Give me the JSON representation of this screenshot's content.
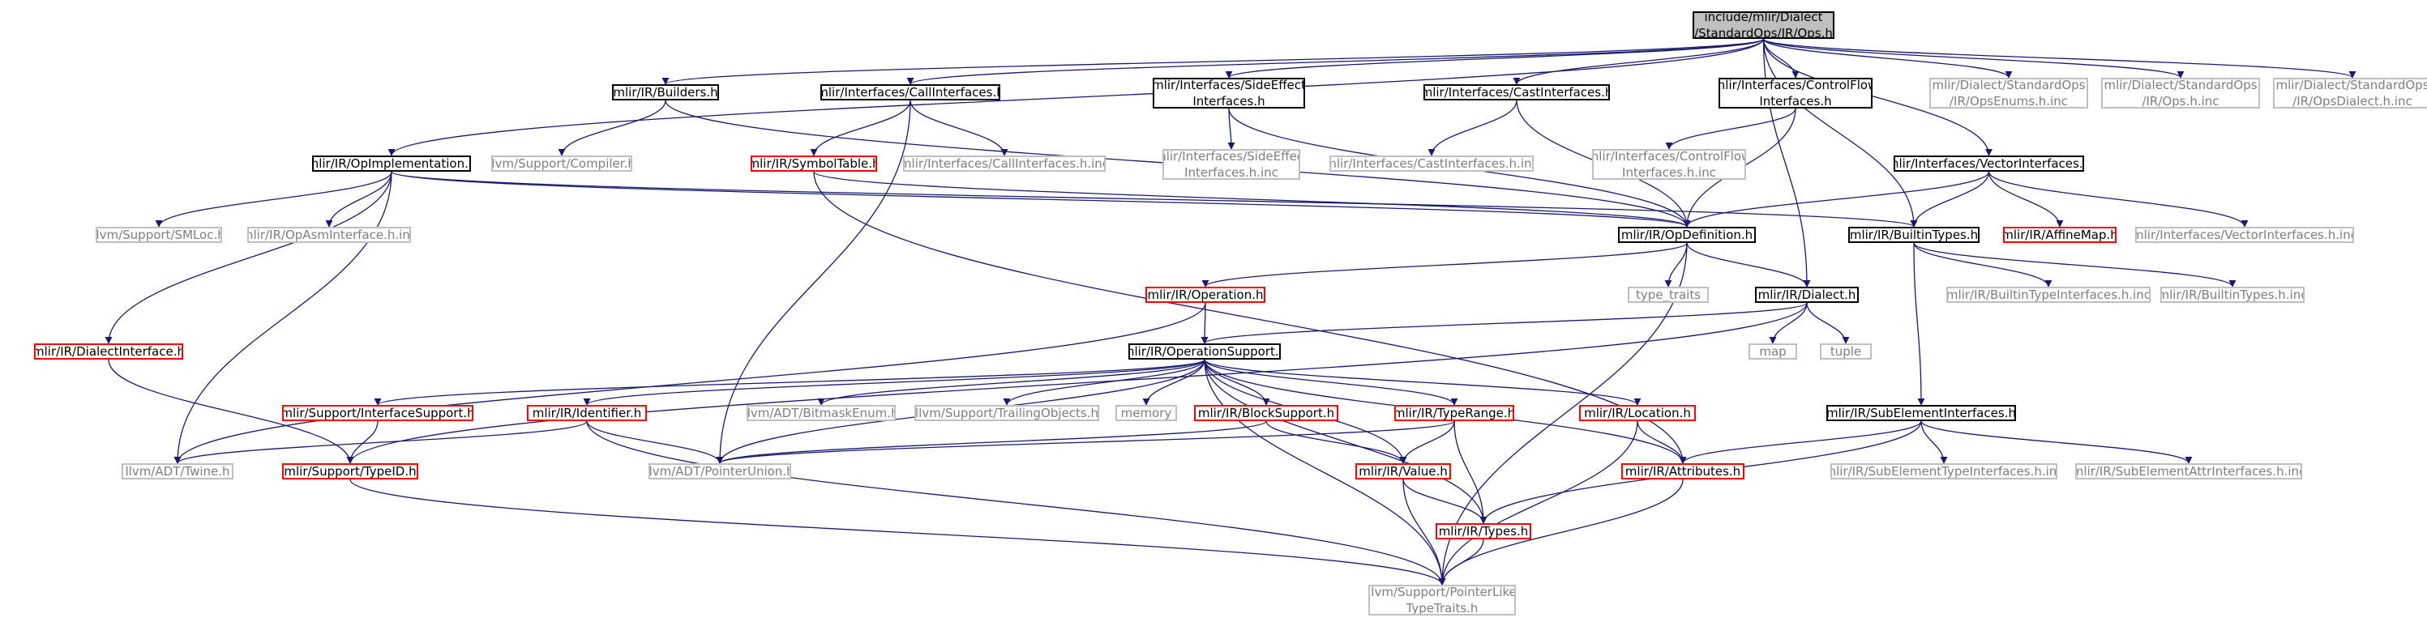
{
  "graph": {
    "colors": {
      "edge": "#191970",
      "node_border": "#000000",
      "node_border_missing": "#ff0000",
      "node_border_system": "#bfbfbf",
      "root_fill": "#bfbfbf"
    },
    "nodes": [
      {
        "id": "ops",
        "label": "include/mlir/Dialect\n/StandardOps/IR/Ops.h",
        "style": "root"
      },
      {
        "id": "opimpl",
        "label": "mlir/IR/OpImplementation.h",
        "style": "normal"
      },
      {
        "id": "builders",
        "label": "mlir/IR/Builders.h",
        "style": "normal"
      },
      {
        "id": "callif",
        "label": "mlir/Interfaces/CallInterfaces.h",
        "style": "normal"
      },
      {
        "id": "sideeff",
        "label": "mlir/Interfaces/SideEffect\nInterfaces.h",
        "style": "normal"
      },
      {
        "id": "castif",
        "label": "mlir/Interfaces/CastInterfaces.h",
        "style": "normal"
      },
      {
        "id": "ctrlflow",
        "label": "mlir/Interfaces/ControlFlow\nInterfaces.h",
        "style": "normal"
      },
      {
        "id": "opsenums",
        "label": "mlir/Dialect/StandardOps\n/IR/OpsEnums.h.inc",
        "style": "gray"
      },
      {
        "id": "opshinc",
        "label": "mlir/Dialect/StandardOps\n/IR/Ops.h.inc",
        "style": "gray"
      },
      {
        "id": "opsdialect",
        "label": "mlir/Dialect/StandardOps\n/IR/OpsDialect.h.inc",
        "style": "gray"
      },
      {
        "id": "compiler",
        "label": "llvm/Support/Compiler.h",
        "style": "gray"
      },
      {
        "id": "symtab",
        "label": "mlir/IR/SymbolTable.h",
        "style": "red"
      },
      {
        "id": "callinc",
        "label": "mlir/Interfaces/CallInterfaces.h.inc",
        "style": "gray"
      },
      {
        "id": "sideinc",
        "label": "mlir/Interfaces/SideEffect\nInterfaces.h.inc",
        "style": "gray"
      },
      {
        "id": "castinc",
        "label": "mlir/Interfaces/CastInterfaces.h.inc",
        "style": "gray"
      },
      {
        "id": "ctrlinc",
        "label": "mlir/Interfaces/ControlFlow\nInterfaces.h.inc",
        "style": "gray"
      },
      {
        "id": "vecif",
        "label": "mlir/Interfaces/VectorInterfaces.h",
        "style": "normal"
      },
      {
        "id": "smloc",
        "label": "llvm/Support/SMLoc.h",
        "style": "gray"
      },
      {
        "id": "opasm",
        "label": "mlir/IR/OpAsmInterface.h.inc",
        "style": "gray"
      },
      {
        "id": "opdef",
        "label": "mlir/IR/OpDefinition.h",
        "style": "normal"
      },
      {
        "id": "builtintypes",
        "label": "mlir/IR/BuiltinTypes.h",
        "style": "normal"
      },
      {
        "id": "affine",
        "label": "mlir/IR/AffineMap.h",
        "style": "red"
      },
      {
        "id": "vecinc",
        "label": "mlir/Interfaces/VectorInterfaces.h.inc",
        "style": "gray"
      },
      {
        "id": "operation",
        "label": "mlir/IR/Operation.h",
        "style": "red"
      },
      {
        "id": "typetraits",
        "label": "type_traits",
        "style": "gray"
      },
      {
        "id": "dialect",
        "label": "mlir/IR/Dialect.h",
        "style": "normal"
      },
      {
        "id": "btinterfaces",
        "label": "mlir/IR/BuiltinTypeInterfaces.h.inc",
        "style": "gray"
      },
      {
        "id": "btinc",
        "label": "mlir/IR/BuiltinTypes.h.inc",
        "style": "gray"
      },
      {
        "id": "dialectif",
        "label": "mlir/IR/DialectInterface.h",
        "style": "red"
      },
      {
        "id": "opsupport",
        "label": "mlir/IR/OperationSupport.h",
        "style": "normal"
      },
      {
        "id": "map",
        "label": "map",
        "style": "gray"
      },
      {
        "id": "tuple",
        "label": "tuple",
        "style": "gray"
      },
      {
        "id": "ifsupport",
        "label": "mlir/Support/InterfaceSupport.h",
        "style": "red"
      },
      {
        "id": "identifier",
        "label": "mlir/IR/Identifier.h",
        "style": "red"
      },
      {
        "id": "bitmask",
        "label": "llvm/ADT/BitmaskEnum.h",
        "style": "gray"
      },
      {
        "id": "trailing",
        "label": "llvm/Support/TrailingObjects.h",
        "style": "gray"
      },
      {
        "id": "memory",
        "label": "memory",
        "style": "gray"
      },
      {
        "id": "blocksupport",
        "label": "mlir/IR/BlockSupport.h",
        "style": "red"
      },
      {
        "id": "typerange",
        "label": "mlir/IR/TypeRange.h",
        "style": "red"
      },
      {
        "id": "location",
        "label": "mlir/IR/Location.h",
        "style": "red"
      },
      {
        "id": "subelem",
        "label": "mlir/IR/SubElementInterfaces.h",
        "style": "normal"
      },
      {
        "id": "twine",
        "label": "llvm/ADT/Twine.h",
        "style": "gray"
      },
      {
        "id": "typeid",
        "label": "mlir/Support/TypeID.h",
        "style": "red"
      },
      {
        "id": "ptrunion",
        "label": "llvm/ADT/PointerUnion.h",
        "style": "gray"
      },
      {
        "id": "value",
        "label": "mlir/IR/Value.h",
        "style": "red"
      },
      {
        "id": "attributes",
        "label": "mlir/IR/Attributes.h",
        "style": "red"
      },
      {
        "id": "subtypeinc",
        "label": "mlir/IR/SubElementTypeInterfaces.h.inc",
        "style": "gray"
      },
      {
        "id": "subattrinc",
        "label": "mlir/IR/SubElementAttrInterfaces.h.inc",
        "style": "gray"
      },
      {
        "id": "types",
        "label": "mlir/IR/Types.h",
        "style": "red"
      },
      {
        "id": "ptrlike",
        "label": "llvm/Support/PointerLike\nTypeTraits.h",
        "style": "gray"
      }
    ],
    "edges": [
      [
        "ops",
        "opimpl"
      ],
      [
        "ops",
        "builders"
      ],
      [
        "ops",
        "callif"
      ],
      [
        "ops",
        "sideeff"
      ],
      [
        "ops",
        "castif"
      ],
      [
        "ops",
        "ctrlflow"
      ],
      [
        "ops",
        "vecif"
      ],
      [
        "ops",
        "builtintypes"
      ],
      [
        "ops",
        "dialect"
      ],
      [
        "ops",
        "opsenums"
      ],
      [
        "ops",
        "opshinc"
      ],
      [
        "ops",
        "opsdialect"
      ],
      [
        "opimpl",
        "smloc"
      ],
      [
        "opimpl",
        "opasm"
      ],
      [
        "opimpl",
        "opdef"
      ],
      [
        "opimpl",
        "builtintypes"
      ],
      [
        "opimpl",
        "dialectif"
      ],
      [
        "opimpl",
        "twine"
      ],
      [
        "builders",
        "compiler"
      ],
      [
        "builders",
        "opdef"
      ],
      [
        "callif",
        "symtab"
      ],
      [
        "callif",
        "callinc"
      ],
      [
        "callif",
        "ptrunion"
      ],
      [
        "symtab",
        "opdef"
      ],
      [
        "symtab",
        "attributes"
      ],
      [
        "sideeff",
        "sideinc"
      ],
      [
        "sideeff",
        "opdef"
      ],
      [
        "castif",
        "castinc"
      ],
      [
        "castif",
        "opdef"
      ],
      [
        "ctrlflow",
        "ctrlinc"
      ],
      [
        "ctrlflow",
        "opdef"
      ],
      [
        "vecif",
        "opdef"
      ],
      [
        "vecif",
        "builtintypes"
      ],
      [
        "vecif",
        "affine"
      ],
      [
        "vecif",
        "vecinc"
      ],
      [
        "opdef",
        "operation"
      ],
      [
        "opdef",
        "typetraits"
      ],
      [
        "opdef",
        "dialect"
      ],
      [
        "opdef",
        "ptrlike"
      ],
      [
        "builtintypes",
        "btinterfaces"
      ],
      [
        "builtintypes",
        "btinc"
      ],
      [
        "builtintypes",
        "subelem"
      ],
      [
        "operation",
        "opsupport"
      ],
      [
        "operation",
        "twine"
      ],
      [
        "dialect",
        "opsupport"
      ],
      [
        "dialect",
        "map"
      ],
      [
        "dialect",
        "tuple"
      ],
      [
        "dialect",
        "typeid"
      ],
      [
        "dialectif",
        "typeid"
      ],
      [
        "opsupport",
        "ifsupport"
      ],
      [
        "opsupport",
        "identifier"
      ],
      [
        "opsupport",
        "bitmask"
      ],
      [
        "opsupport",
        "trailing"
      ],
      [
        "opsupport",
        "memory"
      ],
      [
        "opsupport",
        "blocksupport"
      ],
      [
        "opsupport",
        "typerange"
      ],
      [
        "opsupport",
        "location"
      ],
      [
        "opsupport",
        "ptrunion"
      ],
      [
        "opsupport",
        "value"
      ],
      [
        "opsupport",
        "attributes"
      ],
      [
        "opsupport",
        "types"
      ],
      [
        "opsupport",
        "ptrlike"
      ],
      [
        "ifsupport",
        "typeid"
      ],
      [
        "identifier",
        "twine"
      ],
      [
        "identifier",
        "ptrunion"
      ],
      [
        "identifier",
        "ptrlike"
      ],
      [
        "blocksupport",
        "value"
      ],
      [
        "blocksupport",
        "ptrunion"
      ],
      [
        "typerange",
        "value"
      ],
      [
        "typerange",
        "types"
      ],
      [
        "typerange",
        "ptrunion"
      ],
      [
        "location",
        "attributes"
      ],
      [
        "location",
        "ptrlike"
      ],
      [
        "subelem",
        "attributes"
      ],
      [
        "subelem",
        "types"
      ],
      [
        "subelem",
        "subtypeinc"
      ],
      [
        "subelem",
        "subattrinc"
      ],
      [
        "typeid",
        "ptrlike"
      ],
      [
        "value",
        "types"
      ],
      [
        "value",
        "ptrlike"
      ],
      [
        "attributes",
        "ptrlike"
      ],
      [
        "types",
        "ptrlike"
      ]
    ]
  }
}
